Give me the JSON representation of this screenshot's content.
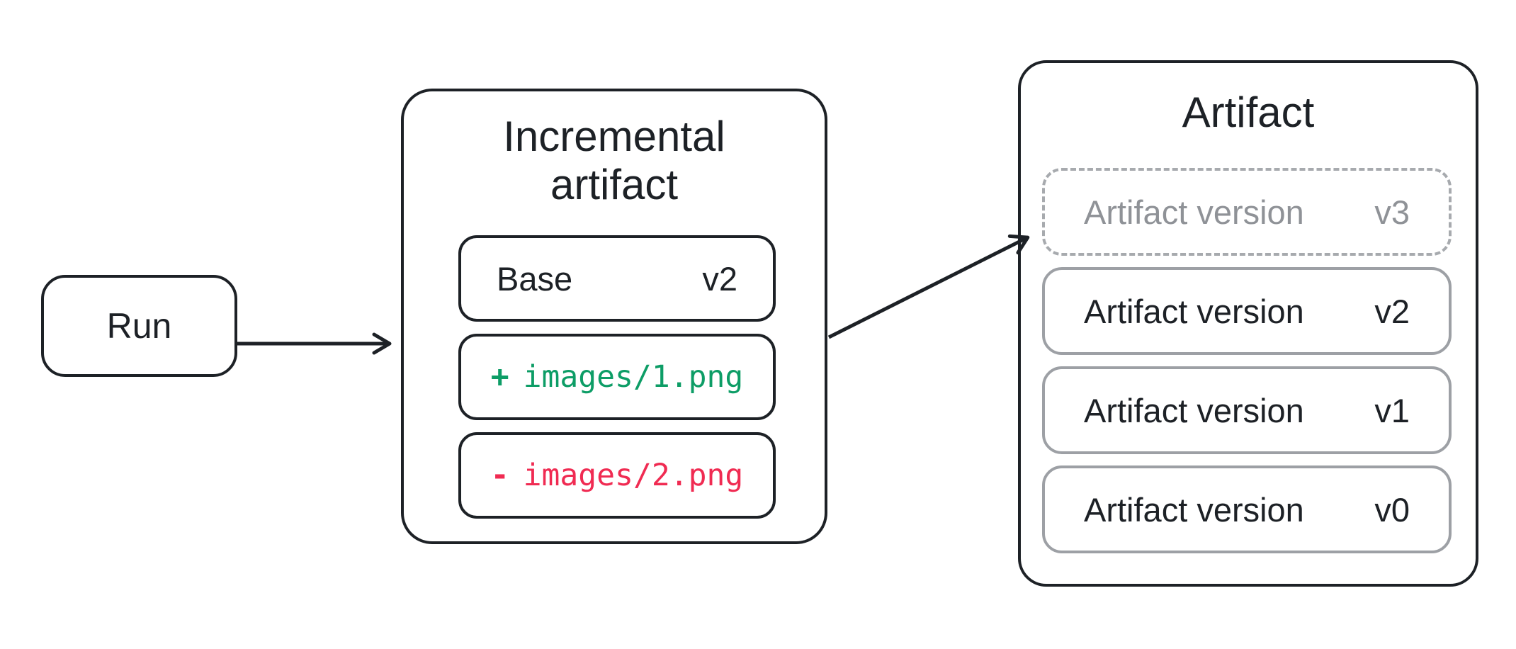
{
  "diagram": {
    "run": {
      "label": "Run"
    },
    "incremental": {
      "title": "Incremental artifact",
      "base_row": {
        "label": "Base",
        "version": "v2"
      },
      "diff_rows": [
        {
          "op": "+",
          "path": "images/1.png",
          "change": "added"
        },
        {
          "op": "-",
          "path": "images/2.png",
          "change": "removed"
        }
      ]
    },
    "artifact": {
      "title": "Artifact",
      "versions": [
        {
          "label": "Artifact version",
          "version": "v3",
          "state": "pending"
        },
        {
          "label": "Artifact version",
          "version": "v2",
          "state": "committed"
        },
        {
          "label": "Artifact version",
          "version": "v1",
          "state": "committed"
        },
        {
          "label": "Artifact version",
          "version": "v0",
          "state": "committed"
        }
      ]
    },
    "colors": {
      "ink": "#1d2126",
      "gray_border": "#9da0a5",
      "gray_text": "#8f9297",
      "added_green": "#0d9d66",
      "removed_red": "#f02b52",
      "dashed_border": "#a7aaae"
    }
  }
}
